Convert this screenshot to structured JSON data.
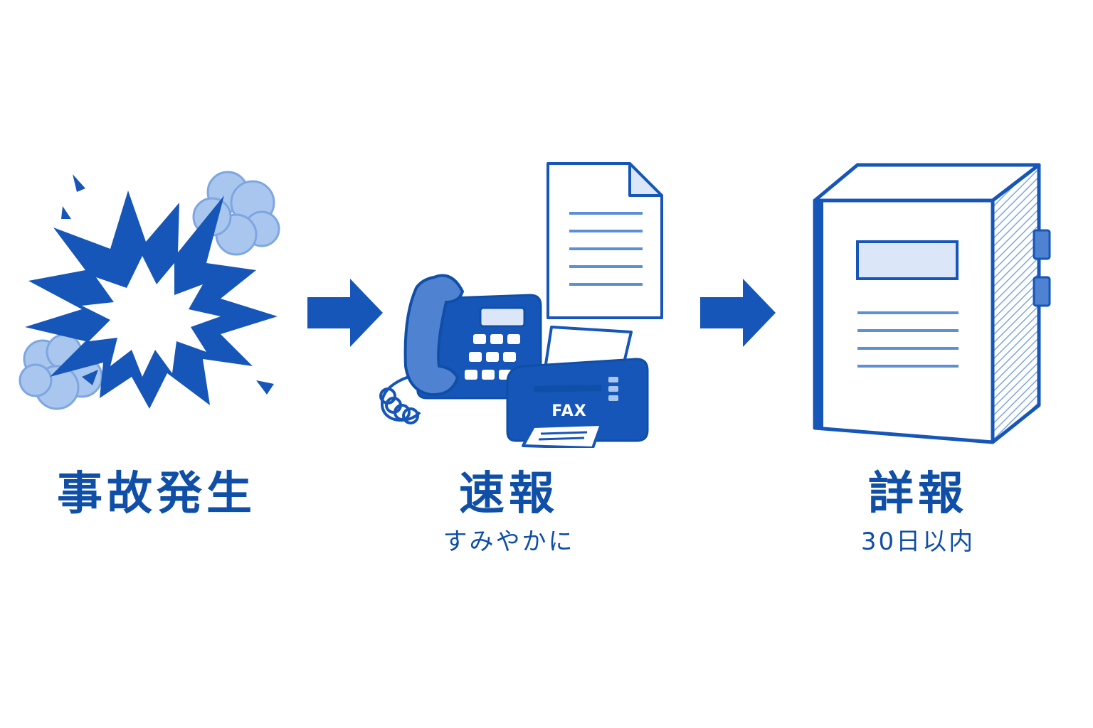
{
  "colors": {
    "primary": "#1656b8",
    "dark": "#0f4fa8",
    "light": "#a9c6ee",
    "pale": "#dbe7f8",
    "background": "#ffffff"
  },
  "steps": [
    {
      "icon": "explosion-icon",
      "title": "事故発生",
      "subtitle": ""
    },
    {
      "icon": "phone-fax-icon",
      "title": "速報",
      "subtitle": "すみやかに"
    },
    {
      "icon": "binder-report-icon",
      "title": "詳報",
      "subtitle": "30日以内"
    }
  ],
  "fax_label": "FAX"
}
